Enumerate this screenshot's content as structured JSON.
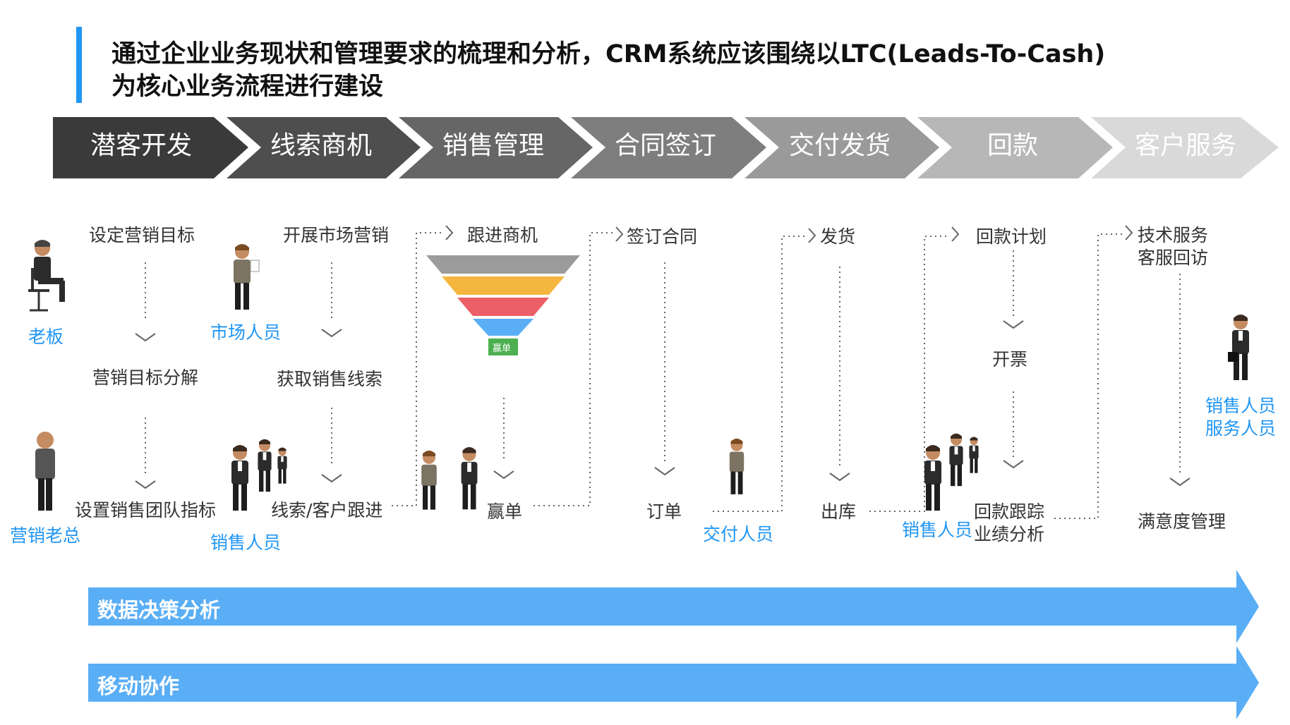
{
  "title": {
    "line1": "通过企业业务现状和管理要求的梳理和分析，CRM系统应该围绕以LTC(Leads-To-Cash)",
    "line2": "为核心业务流程进行建设"
  },
  "stages": [
    {
      "label": "潜客开发",
      "color": "#3a3a3a",
      "text_color": "#ffffff"
    },
    {
      "label": "线索商机",
      "color": "#4e4e4e",
      "text_color": "#ffffff"
    },
    {
      "label": "销售管理",
      "color": "#666666",
      "text_color": "#ffffff"
    },
    {
      "label": "合同签订",
      "color": "#7e7e7e",
      "text_color": "#ffffff"
    },
    {
      "label": "交付发货",
      "color": "#9a9a9a",
      "text_color": "#ffffff"
    },
    {
      "label": "回款",
      "color": "#b7b7b7",
      "text_color": "#ffffff"
    },
    {
      "label": "客户服务",
      "color": "#d9d9d9",
      "text_color": "#ffffff"
    }
  ],
  "steps": {
    "set_target": "设定营销目标",
    "target_split": "营销目标分解",
    "team_target": "设置销售团队指标",
    "market": "开展市场营销",
    "get_leads": "获取销售线索",
    "follow_leads": "线索/客户跟进",
    "follow_opps": "跟进商机",
    "win": "赢单",
    "funnel_badge": "赢单",
    "sign": "签订合同",
    "order": "订单",
    "ship": "发货",
    "warehouse": "出库",
    "pay_plan": "回款计划",
    "invoice": "开票",
    "pay_track": "回款跟踪",
    "perf": "业绩分析",
    "tech": "技术服务",
    "visit": "客服回访",
    "satisfaction": "满意度管理"
  },
  "roles": {
    "boss": "老板",
    "sales_director": "营销老总",
    "marketer": "市场人员",
    "sales1": "销售人员",
    "delivery": "交付人员",
    "sales2": "销售人员",
    "sales_service_1": "销售人员",
    "sales_service_2": "服务人员"
  },
  "bars": {
    "data": "数据决策分析",
    "mobile": "移动协作"
  },
  "colors": {
    "accent": "#2196F3",
    "bar": "#5aaef5",
    "funnel": [
      "#9b9b9b",
      "#f4b63f",
      "#ec5f67",
      "#5aaef5"
    ],
    "badge": "#4caf50"
  }
}
